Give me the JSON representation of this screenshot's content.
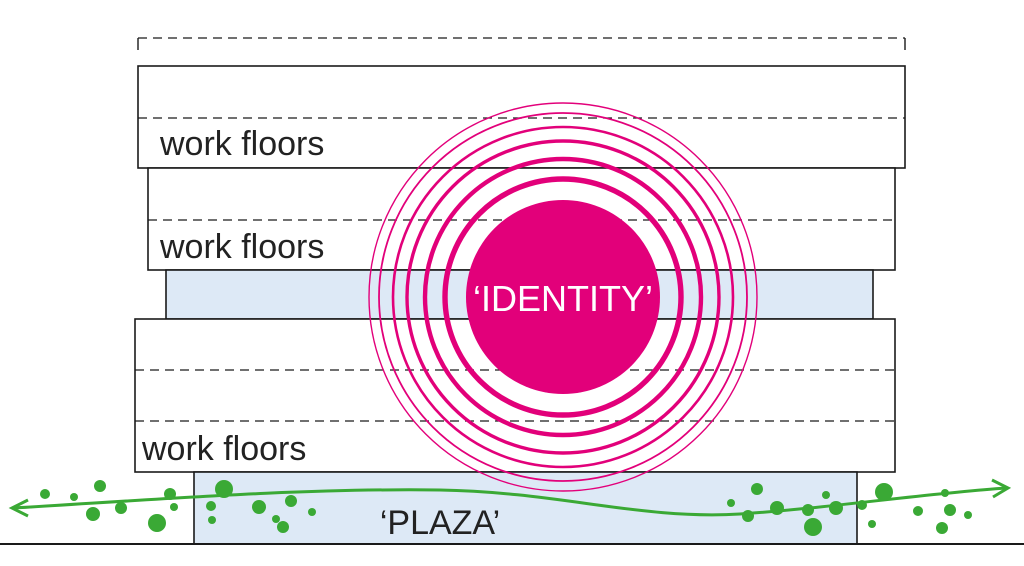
{
  "labels": {
    "work_floors_top": "work floors",
    "work_floors_middle": "work floors",
    "work_floors_bottom": "work floors",
    "identity": "‘IDENTITY’",
    "plaza": "‘PLAZA’"
  },
  "colors": {
    "identity": "#e2007a",
    "green": "#3aa935",
    "public_floor": "#dde9f6",
    "line": "#1a1a1a"
  }
}
